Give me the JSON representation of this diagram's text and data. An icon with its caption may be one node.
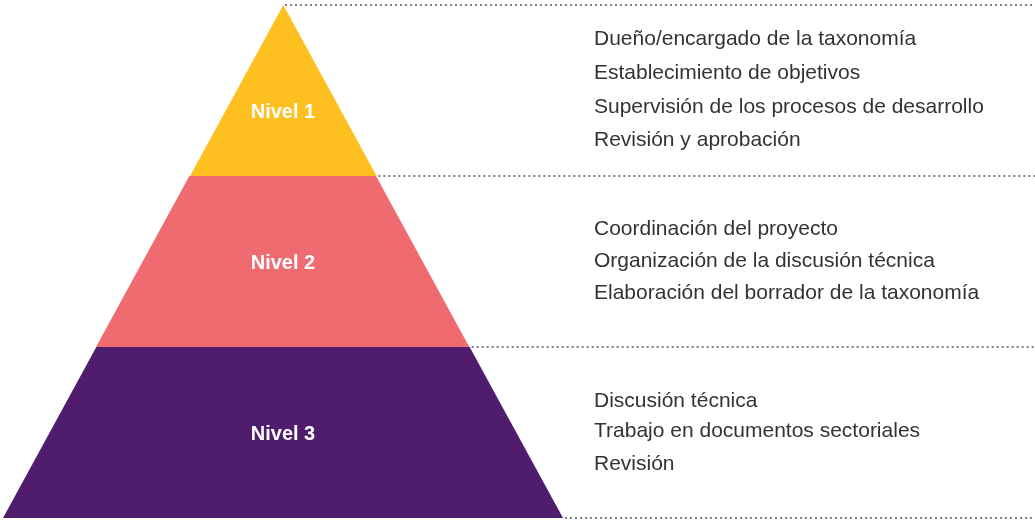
{
  "diagram": {
    "nodes": [
      {
        "text": [
          "Nivel 1"
        ],
        "beside": [
          "Dueño/encargado de la taxonomía",
          "Establecimiento de objetivos",
          "Supervisión de los procesos de desarrollo",
          "Revisión y aprobación"
        ]
      },
      {
        "text": [
          "Nivel 2"
        ],
        "beside": [
          "Coordinación del proyecto",
          "Organización de la discusión técnica",
          "Elaboración del borrador de la taxonomía"
        ]
      },
      {
        "text": [
          "Nivel 3"
        ],
        "beside": [
          "Discusión técnica",
          "Trabajo en documentos sectoriales",
          "Revisión"
        ]
      }
    ],
    "edges": []
  }
}
